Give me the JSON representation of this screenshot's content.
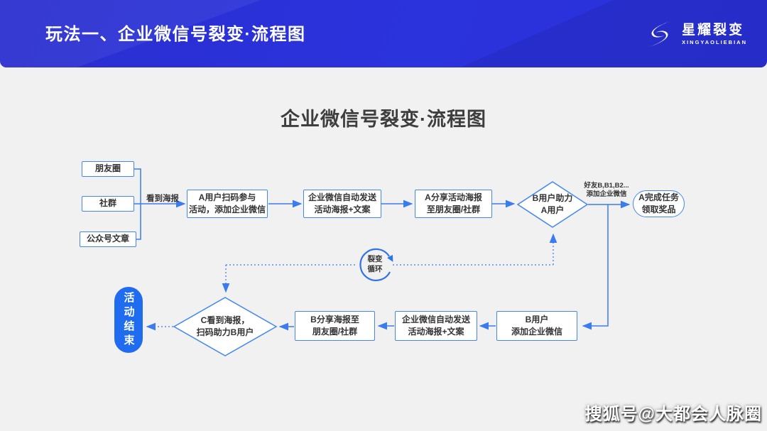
{
  "banner": {
    "title": "玩法一、企业微信号裂变·流程图",
    "logo_name": "星耀裂变",
    "logo_subtitle": "XINGYAOLIEBIAN"
  },
  "main_title": "企业微信号裂变·流程图",
  "flowchart": {
    "sources": [
      {
        "label": "朋友圈"
      },
      {
        "label": "社群"
      },
      {
        "label": "公众号文章"
      }
    ],
    "nodes": {
      "a_scan": "A用户扫码参与\n活动，添加企业微信",
      "auto_send_top": "企业微信自动发送\n活动海报+文案",
      "a_share": "A分享活动海报\n至朋友圈/社群",
      "b_assist": "B用户助力\nA用户",
      "a_reward": "A完成任务\n领取奖品",
      "cycle": "裂变\n循环",
      "b_add": "B用户\n添加企业微信",
      "auto_send_bottom": "企业微信自动发送\n活动海报+文案",
      "b_share": "B分享海报至\n朋友圈/社群",
      "c_assist": "C看到海报，\n扫码助力B用户",
      "end": "活动结束"
    },
    "edge_labels": {
      "see_poster": "看到海报",
      "friends_add": "好友B,B1,B2...\n添加企业微信"
    },
    "colors": {
      "line": "#3b7bf0",
      "node_border": "#4287f2",
      "node_bg": "#ffffff",
      "node_text": "#333333",
      "end_bg": "#1f6cf0",
      "banner_bg": "#2b31da"
    }
  },
  "watermark": "搜狐号@大都会人脉圈"
}
